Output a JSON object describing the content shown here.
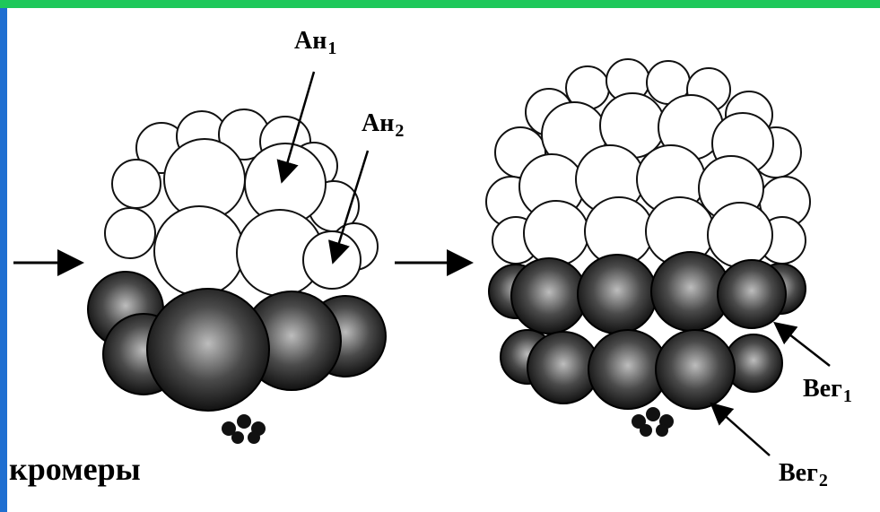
{
  "colors": {
    "top_bar": "#1ec85a",
    "left_bar": "#1f6fd1",
    "cell_light": "#ffffff",
    "cell_dark": "#2a2a2a"
  },
  "labels": {
    "an1": {
      "base": "Ан",
      "sub": "1"
    },
    "an2": {
      "base": "Ан",
      "sub": "2"
    },
    "veg1": {
      "base": "Вег",
      "sub": "1"
    },
    "veg2": {
      "base": "Вег",
      "sub": "2"
    }
  },
  "caption": "кромеры"
}
